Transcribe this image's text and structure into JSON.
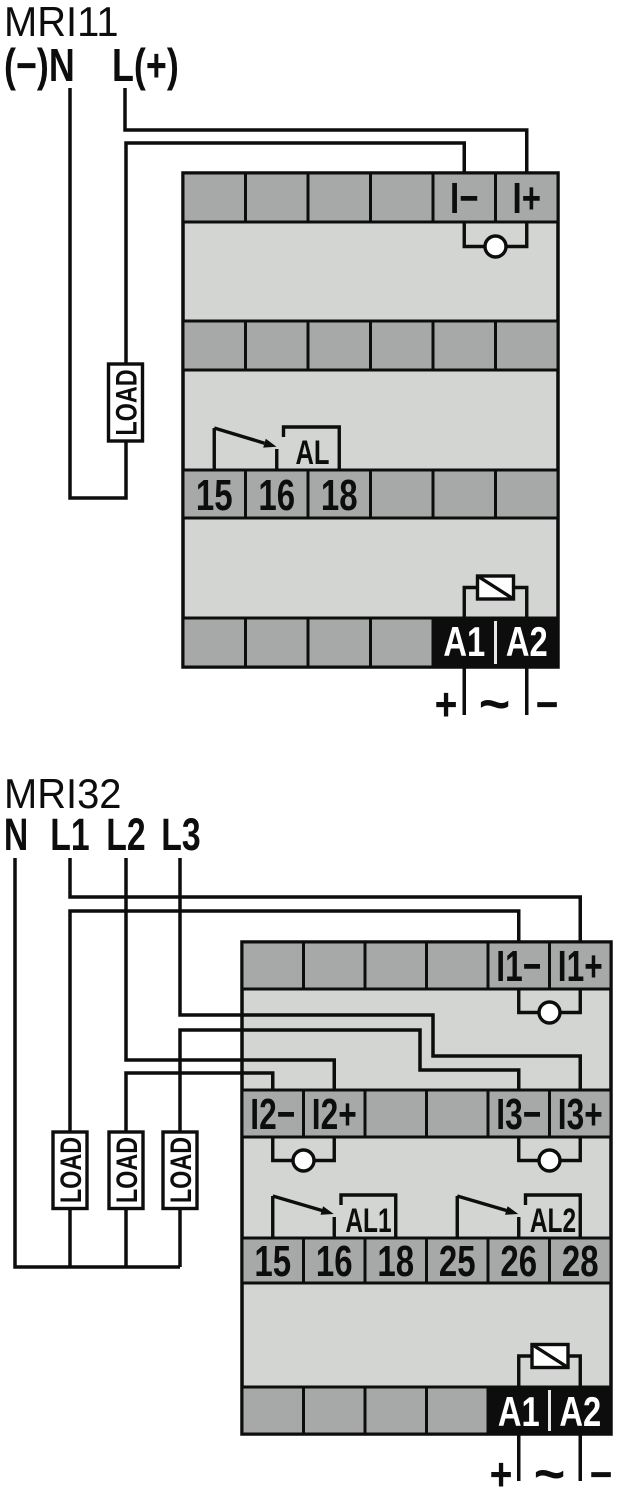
{
  "mri11": {
    "title": "MRI11",
    "supply": {
      "neutral": "(−)N",
      "line": "L(+)"
    },
    "load_label": "LOAD",
    "terminal_rows": {
      "row1": [
        "",
        "",
        "",
        "",
        "I−",
        "I+"
      ],
      "row2": [
        "",
        "",
        "",
        "",
        "",
        ""
      ],
      "row3": [
        "15",
        "16",
        "18",
        "",
        "",
        ""
      ],
      "row4": [
        "",
        "",
        "",
        "",
        "A1",
        "A2"
      ]
    },
    "relay_label": "AL",
    "polarity": {
      "plus": "+",
      "ac": "~",
      "minus": "−"
    }
  },
  "mri32": {
    "title": "MRI32",
    "supply": [
      "N",
      "L1",
      "L2",
      "L3"
    ],
    "load_labels": [
      "LOAD",
      "LOAD",
      "LOAD"
    ],
    "terminal_rows": {
      "row1": [
        "",
        "",
        "",
        "",
        "I1−",
        "I1+"
      ],
      "row2": [
        "I2−",
        "I2+",
        "",
        "",
        "I3−",
        "I3+"
      ],
      "row3": [
        "15",
        "16",
        "18",
        "25",
        "26",
        "28"
      ],
      "row4": [
        "",
        "",
        "",
        "",
        "A1",
        "A2"
      ]
    },
    "relay_labels": [
      "AL1",
      "AL2"
    ],
    "polarity": {
      "plus": "+",
      "ac": "~",
      "minus": "−"
    }
  },
  "colors": {
    "terminal_fill": "#a7a9a8",
    "body_fill": "#d3d5d3",
    "line_black": "#0d0d0d",
    "a1a2_fill": "#0d0d0d",
    "a1a2_text": "#ffffff",
    "background": "#ffffff"
  }
}
